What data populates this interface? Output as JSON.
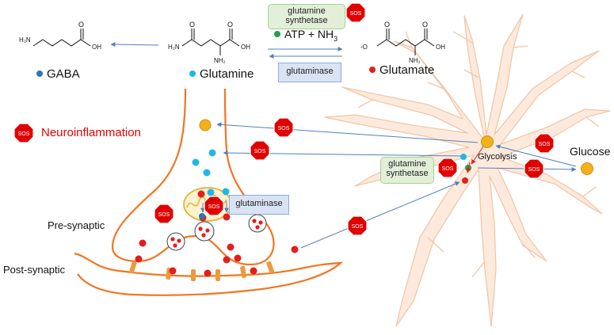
{
  "molecules": {
    "gaba": "GABA",
    "glutamine": "Glutamine",
    "glutamate": "Glutamate"
  },
  "atoms": {
    "h2n": "H₂N",
    "nh2": "NH₂",
    "oh": "OH",
    "o": "O",
    "o_minus": "-O"
  },
  "enzymes": {
    "synthetase_top": "glutamine synthetase",
    "glutaminase_top": "glutaminase",
    "synthetase_astro": "glutamine synthetase",
    "glutaminase_neuron": "glutaminase"
  },
  "cofactor": {
    "atp_nh3": "ATP + NH",
    "sub3": "3"
  },
  "labels": {
    "neuroinflammation": "Neuroinflammation",
    "pre_synaptic": "Pre-synaptic",
    "post_synaptic": "Post-synaptic",
    "glycolysis": "Glycolysis",
    "glucose": "Glucose"
  },
  "sos_text": "SOS",
  "colors": {
    "gaba_dot": "#2e75b6",
    "glutamine_dot": "#21b6e8",
    "glutamate_dot": "#e41d1d",
    "atp_dot": "#1fa055",
    "glucose_dot": "#f3b11c",
    "sos_red": "#e10000",
    "neuron_line": "#f37521",
    "astro_fill": "#fce4d6",
    "astro_line": "#f0c7a8",
    "arrow_blue": "#4f81bd",
    "synapse_receptor": "#ed9a3c"
  }
}
